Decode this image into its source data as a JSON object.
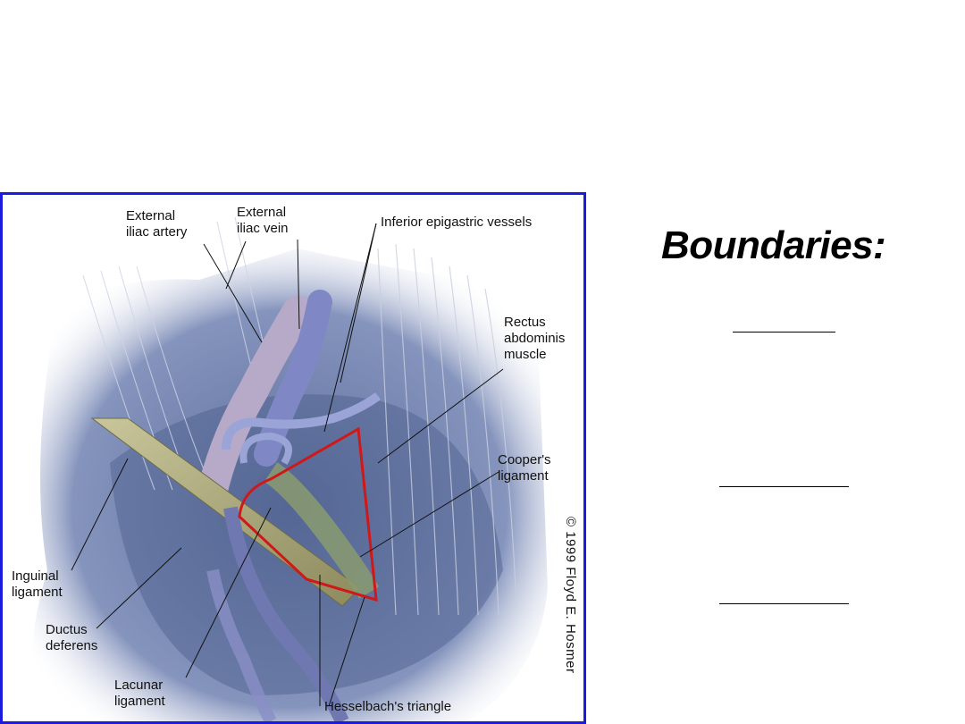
{
  "slide": {
    "title": "Boundaries:",
    "blank_count": 3
  },
  "figure": {
    "labels": {
      "external_iliac_artery": "External\niliac artery",
      "external_iliac_vein": "External\niliac vein",
      "inferior_epigastric_vessels": "Inferior epigastric vessels",
      "rectus_abdominis": "Rectus\nabdominis\nmuscle",
      "coopers_ligament": "Cooper's\nligament",
      "inguinal_ligament": "Inguinal\nligament",
      "ductus_deferens": "Ductus\ndeferens",
      "lacunar_ligament": "Lacunar\nligament",
      "hesselbachs_triangle": "Hesselbach's triangle"
    },
    "credit": "© 1999 Floyd E. Hosmer",
    "colors": {
      "frame": "#1a1ae0",
      "triangle_outline": "#d01818",
      "background_tissue": "#6f7fa8",
      "vessel": "#8c8fbf",
      "ligament": "#a9a77a"
    }
  }
}
